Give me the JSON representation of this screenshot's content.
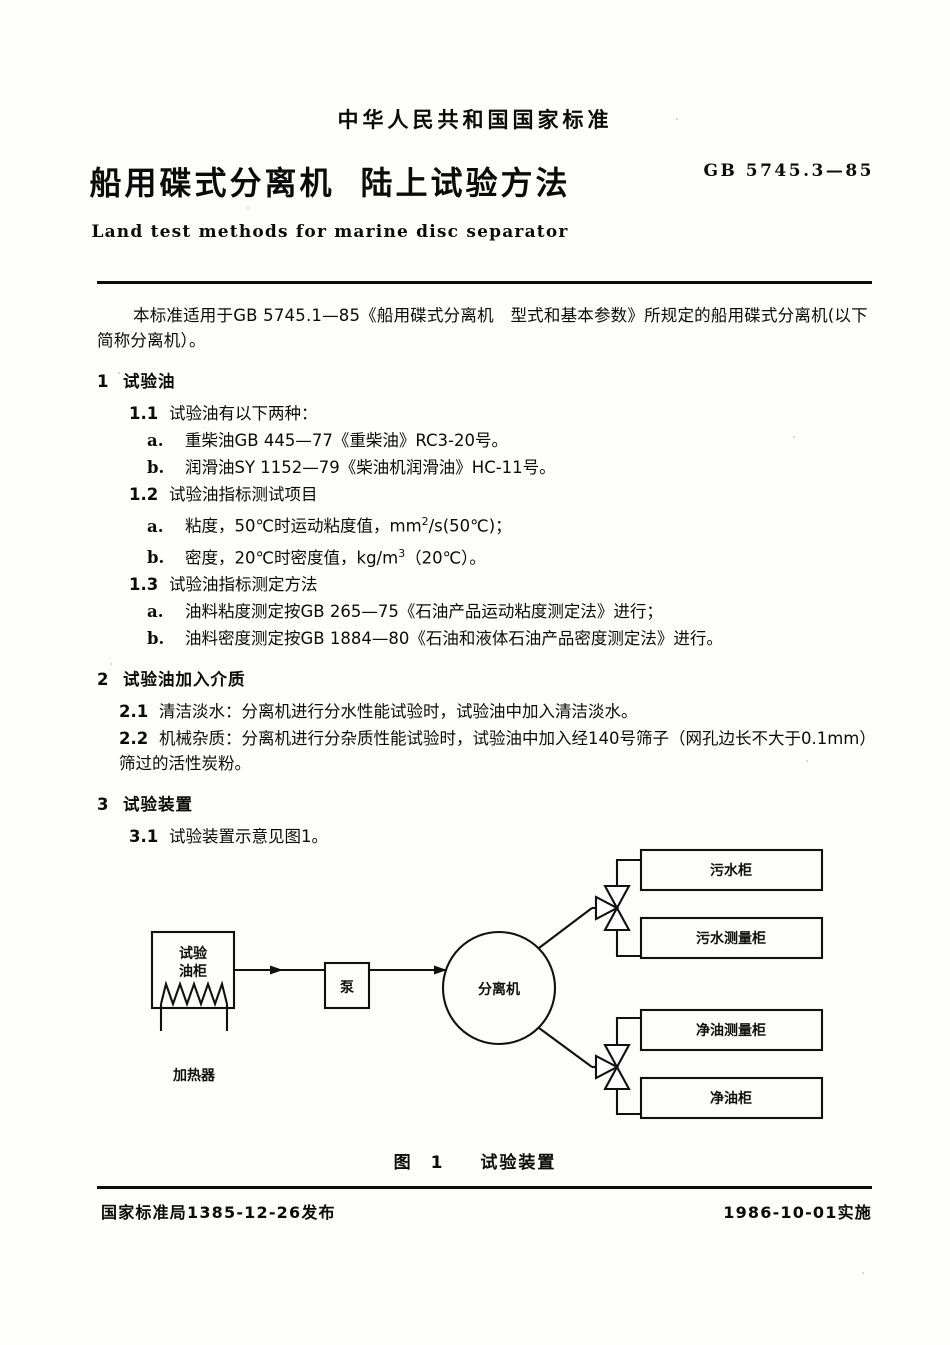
{
  "header": {
    "national_standard": "中华人民共和国国家标准",
    "title_part1": "船用碟式分离机",
    "title_part2": "陆上试验方法",
    "standard_number": "GB 5745.3—85",
    "subtitle": "Land test methods for marine disc separator"
  },
  "body": {
    "scope": "本标准适用于GB  5745.1—85《船用碟式分离机　型式和基本参数》所规定的船用碟式分离机(以下简称分离机）。",
    "sections": [
      {
        "num": "1",
        "title": "试验油",
        "subsections": [
          {
            "num": "1.1",
            "text": "试验油有以下两种：",
            "items": [
              {
                "letter": "a.",
                "text": "重柴油GB  445—77《重柴油》RC3‑20号。"
              },
              {
                "letter": "b.",
                "text": "润滑油SY 1152—79《柴油机润滑油》HC‑11号。"
              }
            ]
          },
          {
            "num": "1.2",
            "text": "试验油指标测试项目",
            "items": [
              {
                "letter": "a.",
                "text_pre": "粘度，50℃时运动粘度值，mm",
                "sup": "2",
                "text_post": "/s(50℃)；"
              },
              {
                "letter": "b.",
                "text_pre": "密度，20℃时密度值，kg/m",
                "sup": "3",
                "text_post": "（20℃）。"
              }
            ]
          },
          {
            "num": "1.3",
            "text": "试验油指标测定方法",
            "items": [
              {
                "letter": "a.",
                "text": "油料粘度测定按GB  265—75《石油产品运动粘度测定法》进行；"
              },
              {
                "letter": "b.",
                "text": "油料密度测定按GB  1884—80《石油和液体石油产品密度测定法》进行。"
              }
            ]
          }
        ]
      },
      {
        "num": "2",
        "title": "试验油加入介质",
        "paras": [
          {
            "num": "2.1",
            "text": "清洁淡水：分离机进行分水性能试验时，试验油中加入清洁淡水。"
          },
          {
            "num": "2.2",
            "text": "机械杂质：分离机进行分杂质性能试验时，试验油中加入经140号筛子（网孔边长不大于0.1mm）筛过的活性炭粉。"
          }
        ]
      },
      {
        "num": "3",
        "title": "试验装置",
        "paras": [
          {
            "num": "3.1",
            "text": "试验装置示意见图1。"
          }
        ]
      }
    ]
  },
  "figure": {
    "caption_label": "图",
    "caption_number": "1",
    "caption_title": "试验装置",
    "nodes": {
      "test_oil_tank": "试验\n油柜",
      "test_oil_tank_line1": "试验",
      "test_oil_tank_line2": "油柜",
      "heater": "加热器",
      "pump": "泵",
      "separator": "分离机",
      "sewage_tank": "污水柜",
      "sewage_measure_tank": "污水测量柜",
      "clean_oil_measure_tank": "净油测量柜",
      "clean_oil_tank": "净油柜"
    }
  },
  "footer": {
    "left": "国家标准局1385-12-26发布",
    "right": "1986-10-01实施"
  },
  "colors": {
    "ink": "#0b0b0b",
    "paper": "#fdfdfb"
  }
}
